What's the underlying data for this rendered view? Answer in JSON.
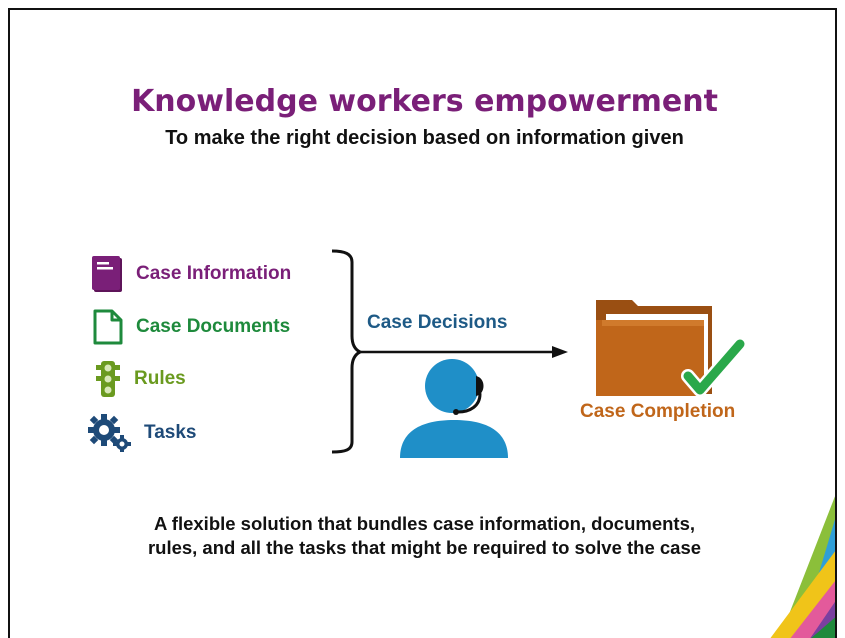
{
  "title": "Knowledge workers empowerment",
  "subtitle": "To make the right decision based on information given",
  "inputs": [
    {
      "label": "Case Information",
      "icon": "book-icon",
      "color": "#7a1f78"
    },
    {
      "label": "Case Documents",
      "icon": "document-icon",
      "color": "#1e8a3c"
    },
    {
      "label": "Rules",
      "icon": "traffic-light-icon",
      "color": "#6a9a1f"
    },
    {
      "label": "Tasks",
      "icon": "gears-icon",
      "color": "#1e4a78"
    }
  ],
  "decision": {
    "label": "Case Decisions",
    "icon": "headset-agent-icon",
    "color": "#1e5a86"
  },
  "completion": {
    "label": "Case Completion",
    "icon": "folder-check-icon",
    "color": "#c0661a"
  },
  "bottom": {
    "line1": "A flexible solution that bundles case information, documents,",
    "line2": "rules, and all the tasks that might be required to solve the case"
  }
}
